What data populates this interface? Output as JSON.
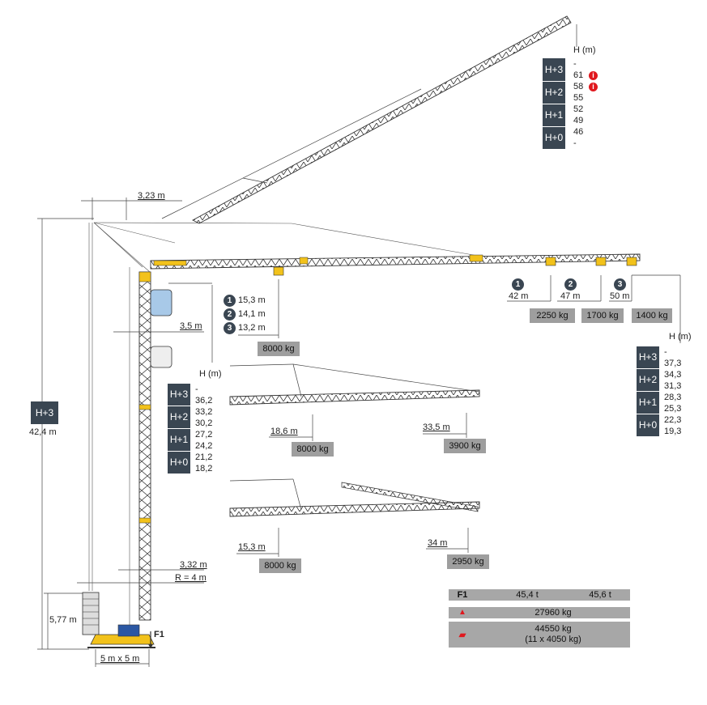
{
  "top_heights": {
    "header": "H (m)",
    "labels": [
      "H+3",
      "H+2",
      "H+1",
      "H+0"
    ],
    "values": [
      "-",
      "61",
      "58",
      "55",
      "52",
      "49",
      "46",
      "-"
    ]
  },
  "jib_dims": {
    "offset": "3,23 m",
    "tower_offset": "3,5 m",
    "r1": "3,32 m",
    "r2": "R = 4 m",
    "base_height": "5,77 m",
    "base": "5 m x 5 m",
    "total_height": "42,4 m",
    "total_height_label": "H+3",
    "f1": "F1"
  },
  "radius_list": {
    "items": [
      {
        "num": "1",
        "value": "15,3 m"
      },
      {
        "num": "2",
        "value": "14,1 m"
      },
      {
        "num": "3",
        "value": "13,2 m"
      }
    ],
    "load": "8000 kg"
  },
  "main_jib": {
    "tips": [
      {
        "num": "1",
        "radius": "42 m",
        "load": "2250 kg"
      },
      {
        "num": "2",
        "radius": "47 m",
        "load": "1700 kg"
      },
      {
        "num": "3",
        "radius": "50 m",
        "load": "1400 kg"
      }
    ]
  },
  "mid_heights": {
    "header": "H (m)",
    "labels": [
      "H+3",
      "H+2",
      "H+1",
      "H+0"
    ],
    "values": [
      "-",
      "36,2",
      "33,2",
      "30,2",
      "27,2",
      "24,2",
      "21,2",
      "18,2"
    ]
  },
  "right_heights": {
    "header": "H (m)",
    "labels": [
      "H+3",
      "H+2",
      "H+1",
      "H+0"
    ],
    "values": [
      "-",
      "37,3",
      "34,3",
      "31,3",
      "28,3",
      "25,3",
      "22,3",
      "19,3"
    ]
  },
  "config2": {
    "r1": "18,6 m",
    "load1": "8000 kg",
    "r2": "33,5 m",
    "load2": "3900 kg"
  },
  "config3": {
    "r1": "15,3 m",
    "load1": "8000 kg",
    "r2": "34 m",
    "load2": "2950 kg"
  },
  "weights": {
    "f1": "F1",
    "circle": "45,4 t",
    "square": "45,6 t",
    "crane_weight": "27960 kg",
    "ballast": "44550 kg",
    "ballast_detail": "(11 x 4050 kg)"
  },
  "colors": {
    "dark": "#3a4652",
    "grey": "#9e9e9e",
    "yellow": "#f2c21b",
    "red": "#e0181e",
    "blue": "#2b57a3"
  }
}
